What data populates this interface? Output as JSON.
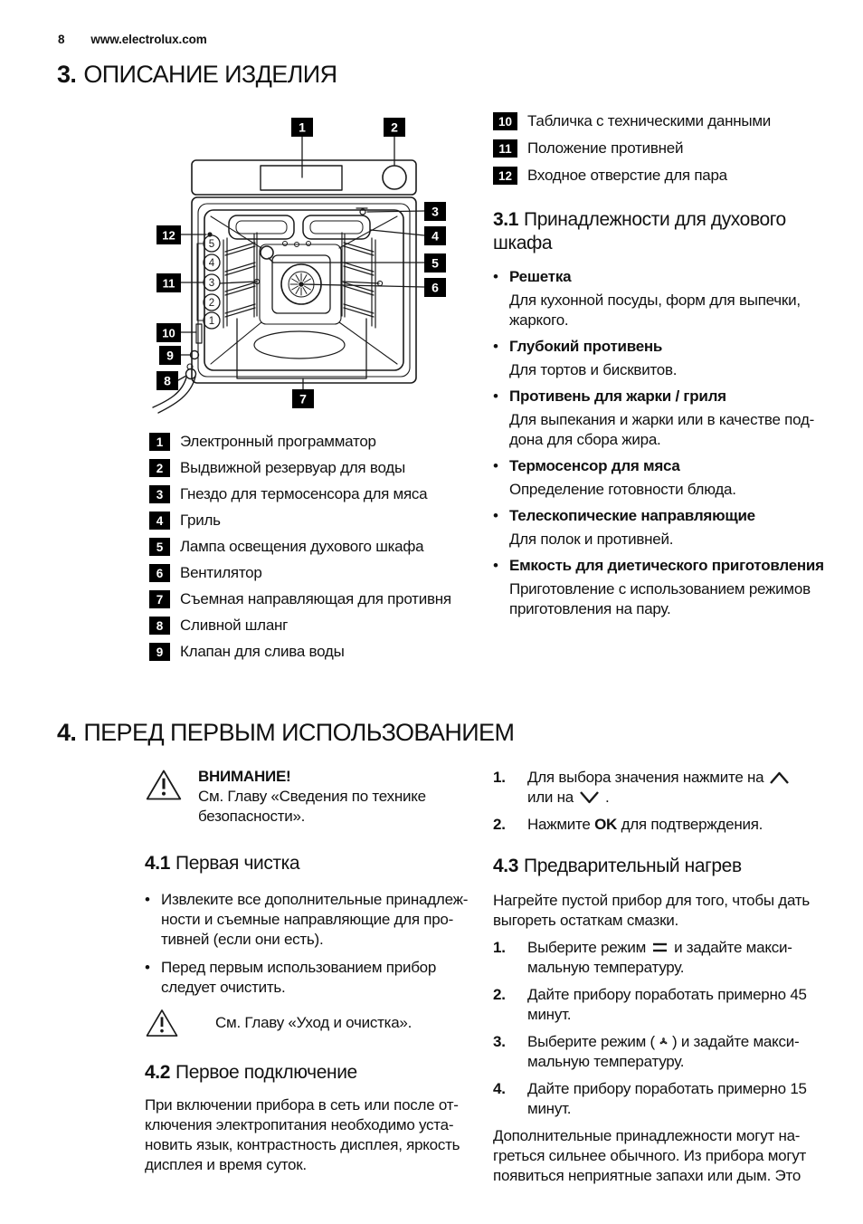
{
  "header": {
    "page_number": "8",
    "website": "www.electrolux.com"
  },
  "section3": {
    "number": "3.",
    "title": "ОПИСАНИЕ ИЗДЕЛИЯ",
    "diagram": {
      "callouts": [
        "1",
        "2",
        "3",
        "4",
        "5",
        "6",
        "7",
        "8",
        "9",
        "10",
        "11",
        "12"
      ],
      "shelf_levels": [
        "5",
        "4",
        "3",
        "2",
        "1"
      ]
    },
    "parts_left": [
      {
        "num": "1",
        "label": "Электронный программатор"
      },
      {
        "num": "2",
        "label": "Выдвижной резервуар для воды"
      },
      {
        "num": "3",
        "label": "Гнездо для термосенсора для мяса"
      },
      {
        "num": "4",
        "label": "Гриль"
      },
      {
        "num": "5",
        "label": "Лампа освещения духового шкафа"
      },
      {
        "num": "6",
        "label": "Вентилятор"
      },
      {
        "num": "7",
        "label": "Съемная направляющая для противня"
      },
      {
        "num": "8",
        "label": "Сливной шланг"
      },
      {
        "num": "9",
        "label": "Клапан для слива воды"
      }
    ],
    "parts_right": [
      {
        "num": "10",
        "label": "Табличка с техническими данными"
      },
      {
        "num": "11",
        "label": "Положение противней"
      },
      {
        "num": "12",
        "label": "Входное отверстие для пара"
      }
    ],
    "sub": {
      "number": "3.1",
      "title": "Принадлежности для духового\nшкафа"
    },
    "accessories": [
      {
        "name": "Решетка",
        "desc": "Для кухонной посуды, форм для выпечки,\nжаркого."
      },
      {
        "name": "Глубокий противень",
        "desc": "Для тортов и бисквитов."
      },
      {
        "name": "Противень для жарки / гриля",
        "desc": "Для выпекания и жарки или в качестве под-\nдона для сбора жира."
      },
      {
        "name": "Термосенсор для мяса",
        "desc": "Определение готовности блюда."
      },
      {
        "name": "Телескопические направляющие",
        "desc": "Для полок и противней."
      },
      {
        "name": "Емкость для диетического приготовления",
        "desc": "Приготовление с использованием режимов\nприготовления на пару."
      }
    ]
  },
  "section4": {
    "number": "4.",
    "title": "ПЕРЕД ПЕРВЫМ ИСПОЛЬЗОВАНИЕМ",
    "warning1": {
      "title": "ВНИМАНИЕ!",
      "text": "См. Главу «Сведения по технике\nбезопасности»."
    },
    "sub1": {
      "number": "4.1",
      "title": "Первая чистка"
    },
    "sub1_bullets": [
      "Извлеките все дополнительные принадлеж-\nности и съемные направляющие для про-\nтивней (если они есть).",
      "Перед первым использованием прибор\nследует очистить."
    ],
    "warning2": {
      "text": "См. Главу «Уход и очистка»."
    },
    "sub2": {
      "number": "4.2",
      "title": "Первое подключение"
    },
    "sub2_text": "При включении прибора в сеть или после от-\nключения электропитания необходимо уста-\nновить язык, контрастность дисплея, яркость\nдисплея и время суток.",
    "steps_top": [
      {
        "num": "1.",
        "pre": "Для выбора значения нажмите на",
        "icon1": "chevron-up",
        "mid": "или на",
        "icon2": "chevron-down",
        "post": "."
      },
      {
        "num": "2.",
        "pre": "Нажмите",
        "bold": "OK",
        "post": "для подтверждения."
      }
    ],
    "sub3": {
      "number": "4.3",
      "title": "Предварительный нагрев"
    },
    "sub3_intro": "Нагрейте пустой прибор для того, чтобы дать\nвыгореть остаткам смазки.",
    "sub3_steps": [
      {
        "num": "1.",
        "pre": "Выберите режим",
        "icon": "conventional-heat",
        "post": "и задайте макси-\nмальную температуру."
      },
      {
        "num": "2.",
        "text": "Дайте прибору поработать примерно 45\nминут."
      },
      {
        "num": "3.",
        "pre": "Выберите режим (",
        "icon": "fan",
        "post": ") и задайте макси-\nмальную температуру."
      },
      {
        "num": "4.",
        "text": "Дайте прибору поработать примерно 15\nминут."
      }
    ],
    "sub3_outro": "Дополнительные принадлежности могут на-\nгреться сильнее обычного. Из прибора могут\nпоявиться неприятные запахи или дым. Это"
  }
}
